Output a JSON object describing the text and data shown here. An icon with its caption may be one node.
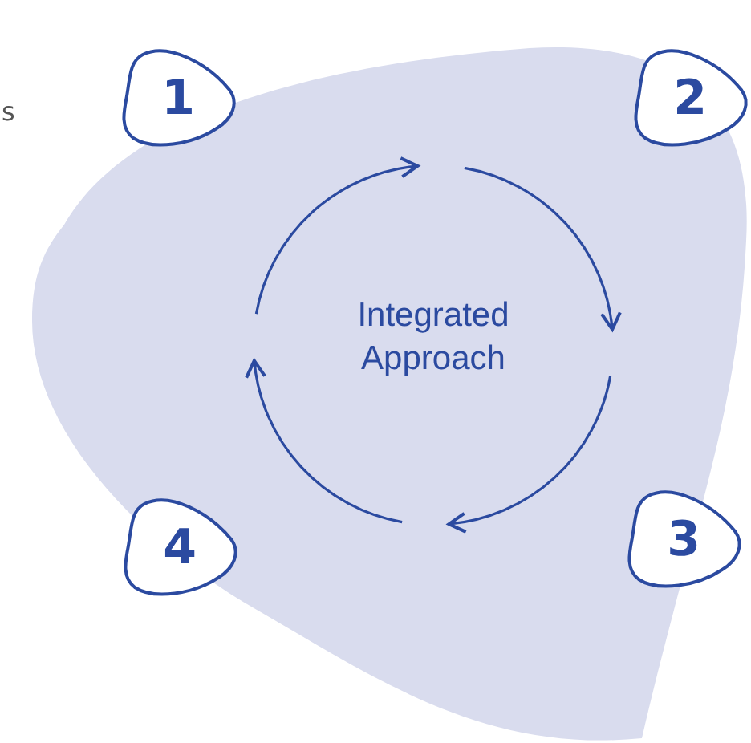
{
  "diagram": {
    "nodes": [
      {
        "text": [
          "1"
        ]
      },
      {
        "text": [
          "2"
        ]
      },
      {
        "text": [
          "Integrated Approach"
        ]
      },
      {
        "text": [
          "4"
        ]
      },
      {
        "text": [
          "3"
        ]
      }
    ],
    "labels": [
      "s"
    ]
  }
}
